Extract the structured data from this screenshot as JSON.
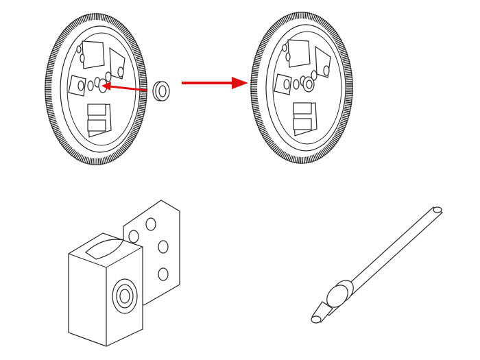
{
  "diagram": {
    "steps": [
      {
        "id": "insert-bearing",
        "parts": [
          "pulley-gear",
          "bearing"
        ]
      },
      {
        "id": "result",
        "parts": [
          "pulley-gear-with-bearing"
        ]
      },
      {
        "id": "bracket",
        "parts": [
          "bearing-block-bracket"
        ]
      },
      {
        "id": "shaft",
        "parts": [
          "hex-shaft-with-collar"
        ]
      }
    ],
    "colors": {
      "arrow": "#e01010",
      "line": "#222222",
      "background": "#ffffff"
    }
  }
}
